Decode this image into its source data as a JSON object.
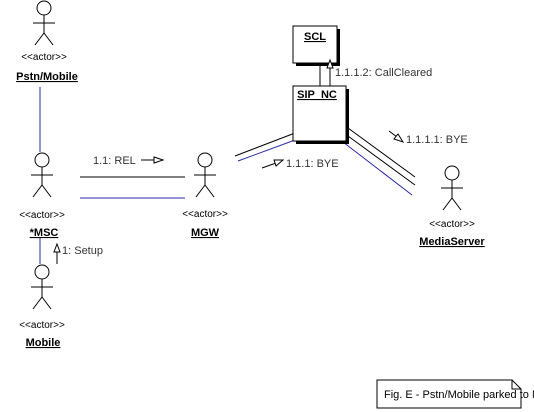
{
  "actors": {
    "pstn": {
      "stereotype": "<<actor>>",
      "name": "Pstn/Mobile"
    },
    "msc": {
      "stereotype": "<<actor>>",
      "name": "*MSC"
    },
    "mobile": {
      "stereotype": "<<actor>>",
      "name": "Mobile"
    },
    "mgw": {
      "stereotype": "<<actor>>",
      "name": "MGW"
    },
    "mediaserver": {
      "stereotype": "<<actor>>",
      "name": "MediaServer"
    }
  },
  "objects": {
    "scl": {
      "name": "SCL"
    },
    "sipnc": {
      "name": "SIP_NC"
    }
  },
  "messages": {
    "m1": "1: Setup",
    "m11": "1.1: REL",
    "m111": "1.1.1: BYE",
    "m1111": "1.1.1.1: BYE",
    "m1112": "1.1.1.2: CallCleared"
  },
  "caption": "Fig. E - Pstn/Mobile parked to MediaServer : Reconnect Mobile call flow scenario"
}
